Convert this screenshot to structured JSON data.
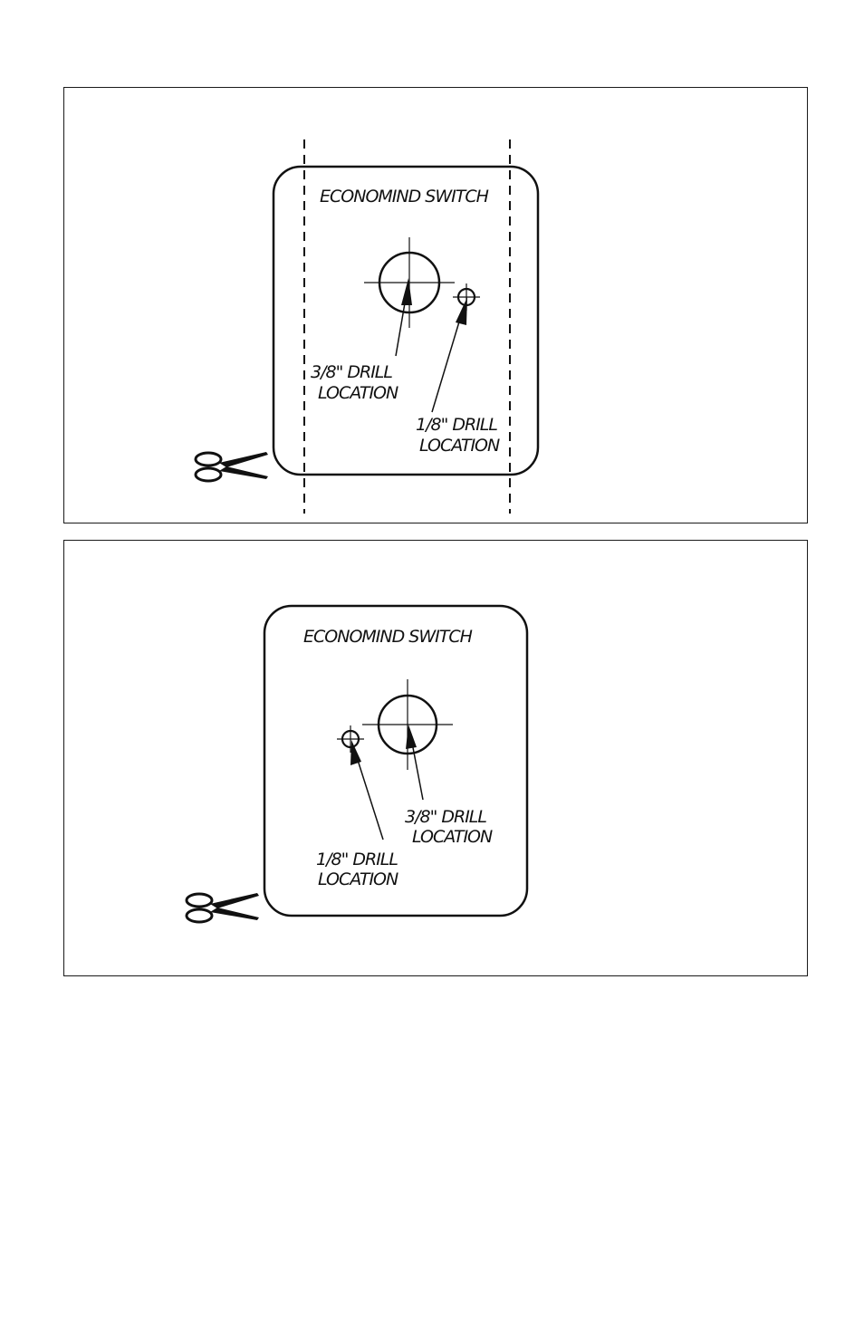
{
  "colors": {
    "ink": "#111111",
    "background": "#ffffff"
  },
  "templates": [
    {
      "title": "ECONOMIND SWITCH",
      "large_hole": {
        "label_line1": "3/8\" DRILL",
        "label_line2": "LOCATION"
      },
      "small_hole": {
        "label_line1": "1/8\" DRILL",
        "label_line2": "LOCATION"
      },
      "cut_icon": "scissors-icon",
      "guide_lines": "dashed"
    },
    {
      "title": "ECONOMIND SWITCH",
      "large_hole": {
        "label_line1": "3/8\" DRILL",
        "label_line2": "LOCATION"
      },
      "small_hole": {
        "label_line1": "1/8\" DRILL",
        "label_line2": "LOCATION"
      },
      "cut_icon": "scissors-icon"
    }
  ]
}
